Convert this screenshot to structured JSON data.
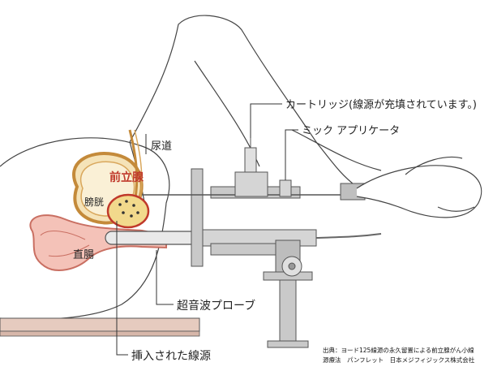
{
  "labels": {
    "cartridge": "カートリッジ(線源が充填されています。)",
    "applicator": "ミック アプリケータ",
    "urethra": "尿道",
    "prostate": "前立腺",
    "bladder": "膀胱",
    "rectum": "直腸",
    "ultrasound_probe": "超音波プローブ",
    "inserted_seeds": "挿入された線源"
  },
  "source": {
    "line1": "出典：ヨード125線源の永久留置による前立腺がん小線",
    "line2": "源療法　パンフレット　日本メジフィジックス株式会社"
  },
  "colors": {
    "outline": "#333333",
    "prostate_red": "#c0392b",
    "prostate_fill": "#f2d98c",
    "bladder_fill": "#f5e3b8",
    "rectum_fill": "#f4c2b8",
    "device_gray": "#bfbfbf",
    "table_brown": "#e6cbbf"
  }
}
